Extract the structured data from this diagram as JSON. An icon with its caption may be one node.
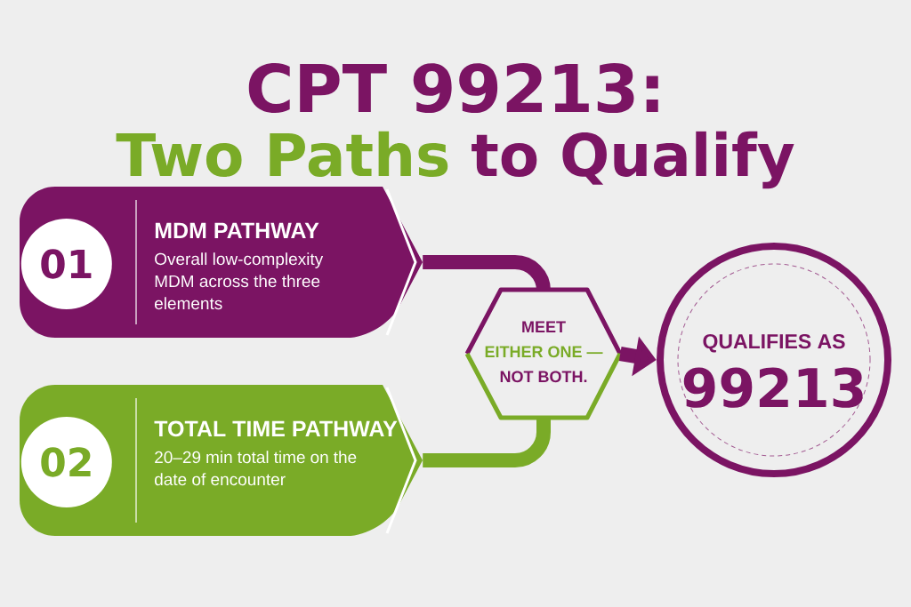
{
  "diagram": {
    "title": "CPT 99213:",
    "nodes": [
      {
        "text": [
          "MDM PATHWAY",
          "Overall low-complexity MDM across the three elements"
        ]
      },
      {
        "text": [
          "01"
        ],
        "in": 0
      },
      {
        "text": [
          "TOTAL TIME PATHWAY",
          "20–29 min total time on the date of encounter"
        ]
      },
      {
        "text": [
          "02"
        ],
        "in": 2
      },
      {
        "text": [
          "MEET",
          "EITHER ONE —",
          "NOT BOTH."
        ]
      },
      {
        "text": [
          "QUALIFIES AS",
          "99213"
        ]
      }
    ],
    "edges": [
      {
        "from": 0,
        "to": 4,
        "arrow": "none"
      },
      {
        "from": 2,
        "to": 4,
        "arrow": "none",
        "color": "#7aab27"
      },
      {
        "from": 4,
        "to": 5,
        "arrow": "to"
      }
    ],
    "labels": [
      "Two Paths",
      "to Qualify"
    ]
  }
}
